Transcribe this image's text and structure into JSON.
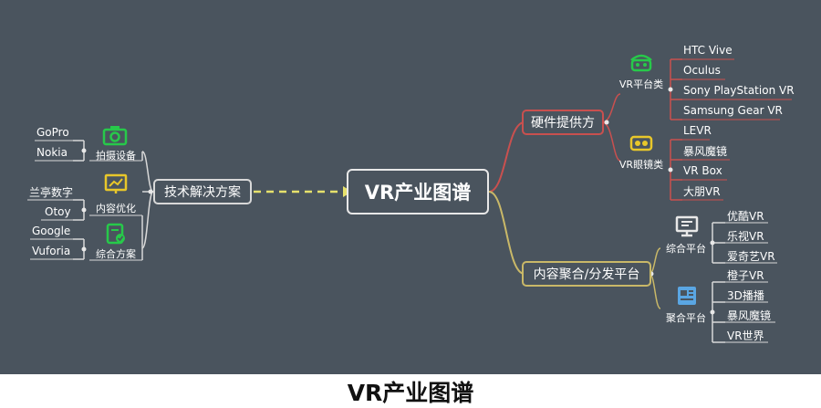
{
  "title": "VR产业图谱",
  "root": "VR产业图谱",
  "right": {
    "hardware": {
      "label": "硬件提供方",
      "platform": {
        "label": "VR平台类",
        "icon": "vr-headset-icon",
        "items": [
          "HTC Vive",
          "Oculus",
          "Sony PlayStation VR",
          "Samsung Gear VR"
        ]
      },
      "glasses": {
        "label": "VR眼镜类",
        "icon": "vr-glasses-icon",
        "items": [
          "LEVR",
          "暴风魔镜",
          "VR Box",
          "大朋VR"
        ]
      }
    },
    "content": {
      "label": "内容聚合/分发平台",
      "integrated": {
        "label": "综合平台",
        "icon": "monitor-icon",
        "items": [
          "优酷VR",
          "乐视VR",
          "爱奇艺VR"
        ]
      },
      "aggregate": {
        "label": "聚合平台",
        "icon": "newspaper-icon",
        "items": [
          "橙子VR",
          "3D播播",
          "暴风魔镜",
          "VR世界"
        ]
      }
    }
  },
  "left": {
    "tech": {
      "label": "技术解决方案",
      "capture": {
        "label": "拍摄设备",
        "icon": "camera-icon",
        "items": [
          "GoPro",
          "Nokia"
        ]
      },
      "optimize": {
        "label": "内容优化",
        "icon": "chart-icon",
        "items": [
          "兰亭数字",
          "Otoy"
        ]
      },
      "solution": {
        "label": "综合方案",
        "icon": "check-doc-icon",
        "items": [
          "Google",
          "Vuforia"
        ]
      }
    }
  },
  "colors": {
    "background": "#4a545e",
    "red": "#c9504f",
    "yellow": "#c9b868",
    "white": "#d8d8d8",
    "icon_green": "#27c94a",
    "icon_yellow": "#e8c72a",
    "icon_blue": "#5aa6e3"
  }
}
